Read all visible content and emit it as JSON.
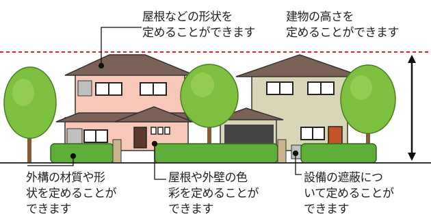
{
  "annotations": {
    "roof_shape": [
      "屋根などの形状を",
      "定めることができます"
    ],
    "building_height": [
      "建物の高さを",
      "定めることができます"
    ],
    "exterior_material": [
      "外構の材質や形",
      "状を定めることが",
      "できます"
    ],
    "roof_wall_color": [
      "屋根や外壁の色",
      "彩を定めることが",
      "できます"
    ],
    "equipment_screening": [
      "設備の遮蔽につ",
      "いて定めることが",
      "できます"
    ]
  },
  "colors": {
    "height_limit_line": "#e8202a",
    "house_left_wall": "#f7c8b8",
    "house_right_wall": "#d9d6b8",
    "roof": "#7a6257",
    "tree_foliage": "#7dbf3f",
    "hedge": "#5fae3a"
  }
}
